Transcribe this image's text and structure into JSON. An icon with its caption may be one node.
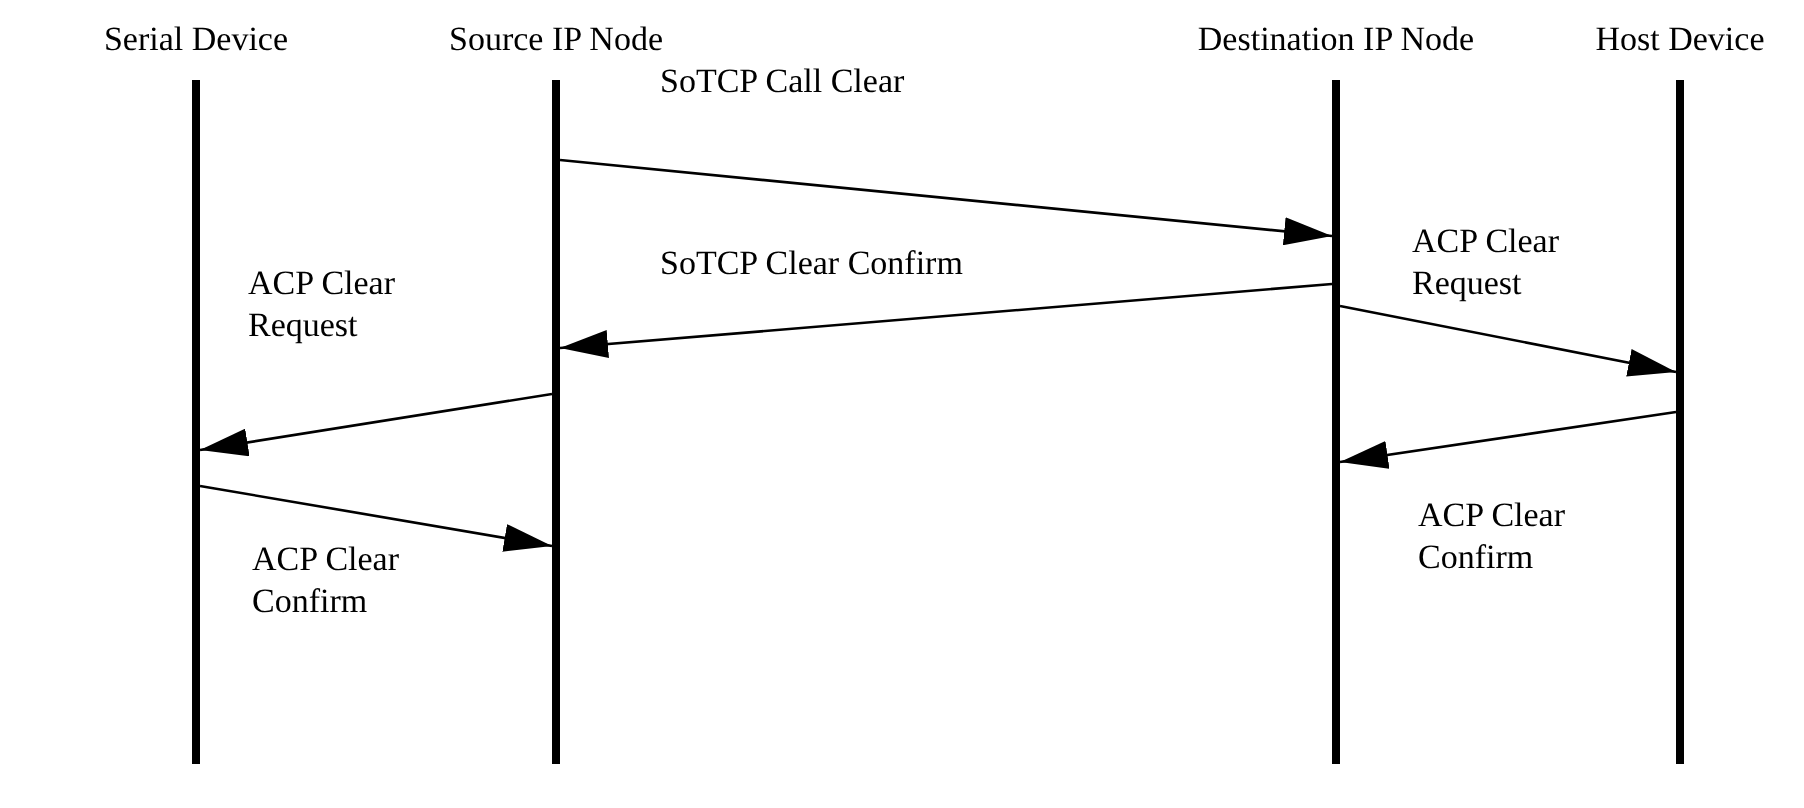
{
  "diagram": {
    "nodes": [
      {
        "text": [
          "Serial Device"
        ]
      },
      {
        "text": [
          "Source IP Node"
        ]
      },
      {
        "text": [
          "Destination IP Node"
        ]
      },
      {
        "text": [
          "Host Device"
        ]
      }
    ],
    "edges": [
      {
        "from": 1,
        "to": 2,
        "arrow": "to",
        "label": "SoTCP Call Clear"
      },
      {
        "from": 2,
        "to": 1,
        "arrow": "to",
        "label": "SoTCP Clear Confirm"
      },
      {
        "from": 2,
        "to": 3,
        "arrow": "to",
        "label": "ACP Clear Request"
      },
      {
        "from": 1,
        "to": 0,
        "arrow": "to",
        "label": "ACP Clear Request"
      },
      {
        "from": 3,
        "to": 2,
        "arrow": "to",
        "label": "ACP Clear Confirm"
      },
      {
        "from": 0,
        "to": 1,
        "arrow": "to",
        "label": "ACP Clear Confirm"
      }
    ]
  }
}
